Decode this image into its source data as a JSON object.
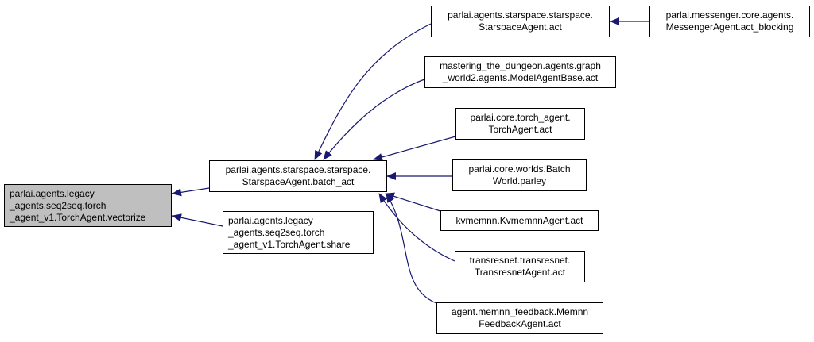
{
  "colors": {
    "edge": "#191970",
    "root_fill": "#bfbfbf",
    "node_fill": "#ffffff",
    "border": "#000000"
  },
  "nodes": {
    "vectorize": {
      "lines": [
        "parlai.agents.legacy",
        "_agents.seq2seq.torch",
        "_agent_v1.TorchAgent.vectorize"
      ]
    },
    "batch_act": {
      "lines": [
        "parlai.agents.starspace.starspace.",
        "StarspaceAgent.batch_act"
      ]
    },
    "share": {
      "lines": [
        "parlai.agents.legacy",
        "_agents.seq2seq.torch",
        "_agent_v1.TorchAgent.share"
      ]
    },
    "star_act": {
      "lines": [
        "parlai.agents.starspace.starspace.",
        "StarspaceAgent.act"
      ]
    },
    "messenger": {
      "lines": [
        "parlai.messenger.core.agents.",
        "MessengerAgent.act_blocking"
      ]
    },
    "dungeon": {
      "lines": [
        "mastering_the_dungeon.agents.graph",
        "_world2.agents.ModelAgentBase.act"
      ]
    },
    "torch_act": {
      "lines": [
        "parlai.core.torch_agent.",
        "TorchAgent.act"
      ]
    },
    "batchworld": {
      "lines": [
        "parlai.core.worlds.Batch",
        "World.parley"
      ]
    },
    "kvmemnn": {
      "lines": [
        "kvmemnn.KvmemnnAgent.act"
      ]
    },
    "transresnet": {
      "lines": [
        "transresnet.transresnet.",
        "TransresnetAgent.act"
      ]
    },
    "memnn": {
      "lines": [
        "agent.memnn_feedback.Memnn",
        "FeedbackAgent.act"
      ]
    }
  }
}
